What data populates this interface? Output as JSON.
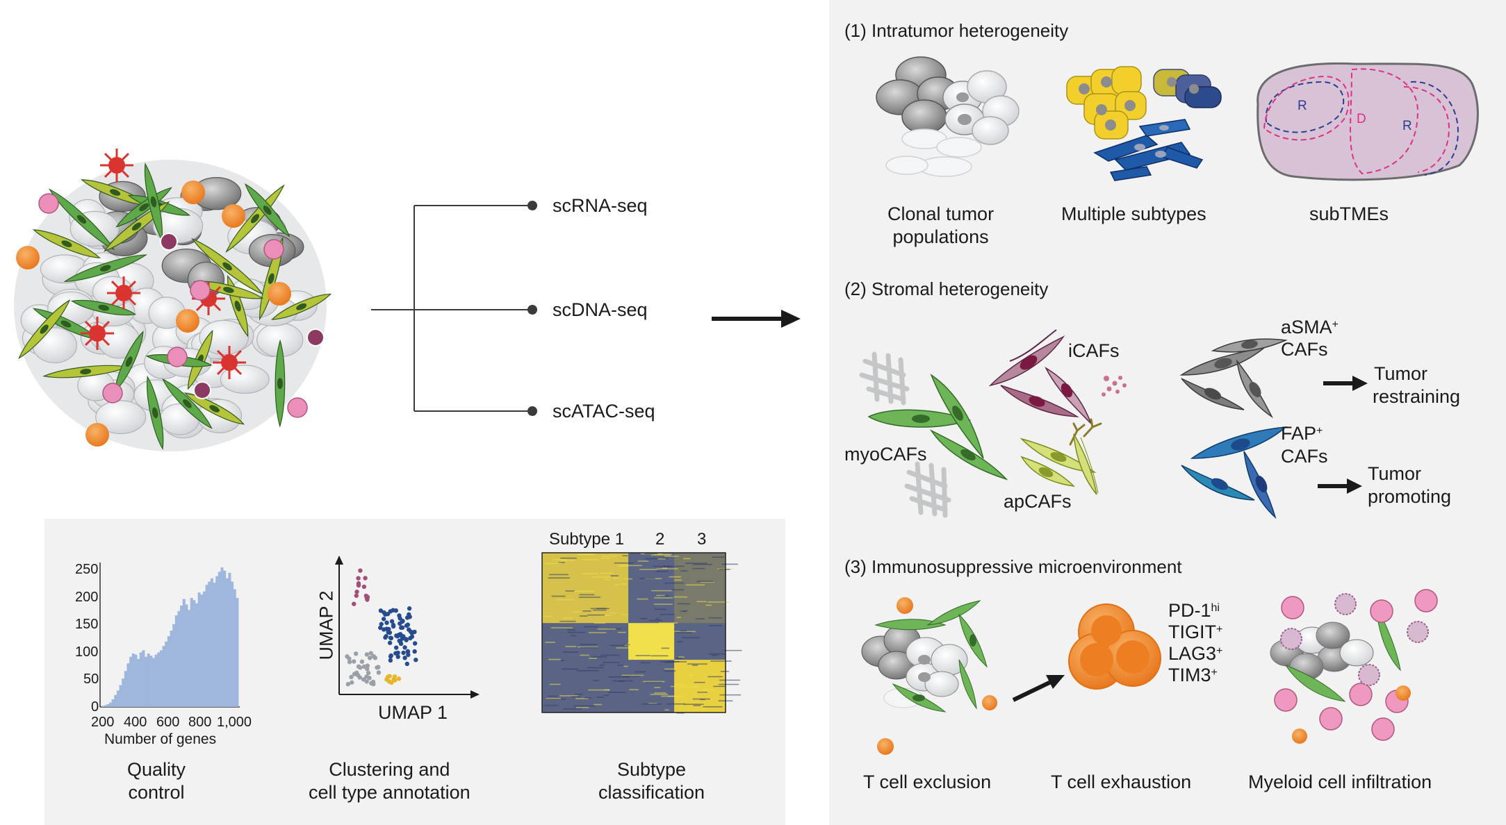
{
  "methods": [
    "scRNA-seq",
    "scDNA-seq",
    "scATAC-seq"
  ],
  "analysis": {
    "quality_control": {
      "caption_lines": [
        "Quality",
        "control"
      ],
      "xlabel": "Number of genes",
      "x_ticks": [
        "200",
        "400",
        "600",
        "800",
        "1,000"
      ],
      "y_ticks": [
        "0",
        "50",
        "100",
        "150",
        "200",
        "250"
      ],
      "bar_color": "#9fb6dd"
    },
    "clustering": {
      "caption_lines": [
        "Clustering and",
        "cell type annotation"
      ],
      "xlabel": "UMAP 1",
      "ylabel": "UMAP 2"
    },
    "subtype": {
      "caption_lines": [
        "Subtype",
        "classification"
      ],
      "column_labels": [
        "Subtype 1",
        "2",
        "3"
      ]
    }
  },
  "section1": {
    "title": "(1) Intratumor heterogeneity",
    "captions": [
      [
        "Clonal tumor",
        "populations"
      ],
      [
        "Multiple subtypes"
      ],
      [
        "subTMEs"
      ]
    ],
    "subtme_labels": {
      "r_left": "R",
      "d": "D",
      "r_right": "R"
    }
  },
  "section2": {
    "title": "(2) Stromal heterogeneity",
    "icafs": "iCAFs",
    "myocafs": "myoCAFs",
    "apcafs": "apCAFs",
    "asma_base": "aSMA",
    "asma_sup": "+",
    "cafs_1": "CAFs",
    "fap_base": "FAP",
    "fap_sup": "+",
    "cafs_2": "CAFs",
    "restraining": [
      "Tumor",
      "restraining"
    ],
    "promoting": [
      "Tumor",
      "promoting"
    ]
  },
  "section3": {
    "title": "(3) Immunosuppressive microenvironment",
    "markers": [
      {
        "base": "PD-1",
        "sup": "hi"
      },
      {
        "base": "TIGIT",
        "sup": "+"
      },
      {
        "base": "LAG3",
        "sup": "+"
      },
      {
        "base": "TIM3",
        "sup": "+"
      }
    ],
    "captions": [
      "T cell exclusion",
      "T cell exhaustion",
      "Myeloid cell infiltration"
    ]
  },
  "colors": {
    "panel_bg": "#f2f2f2",
    "orange": "#f39233",
    "green": "#5ea94a",
    "lime": "#b6c43a",
    "red": "#d9342f",
    "maroon": "#8c3a62",
    "pink": "#e98fba",
    "blue": "#1f5aa8",
    "yellow": "#f2cf2a",
    "magenta": "#e0317c"
  }
}
